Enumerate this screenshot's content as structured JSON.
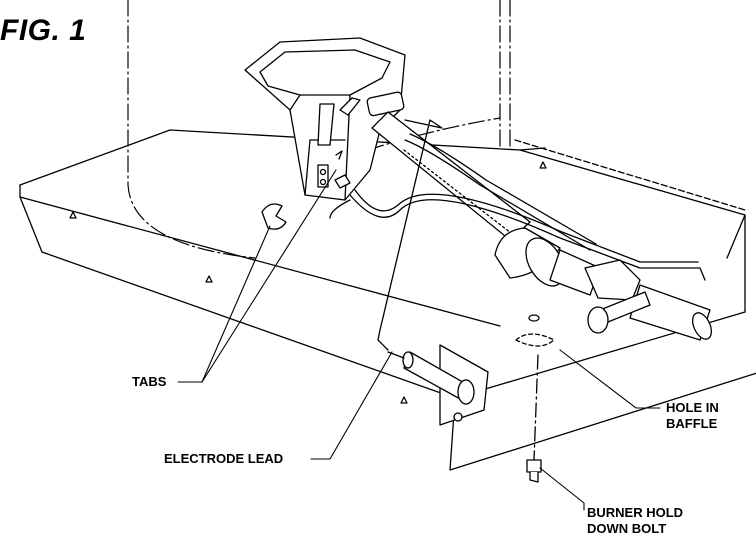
{
  "figure": {
    "label": "FIG. 1"
  },
  "callouts": {
    "tabs": "TABS",
    "electrode_lead": "ELECTRODE LEAD",
    "hole_in_baffle_line1": "HOLE IN",
    "hole_in_baffle_line2": "BAFFLE",
    "burner_hold_line1": "BURNER HOLD",
    "burner_hold_line2": "DOWN BOLT"
  }
}
